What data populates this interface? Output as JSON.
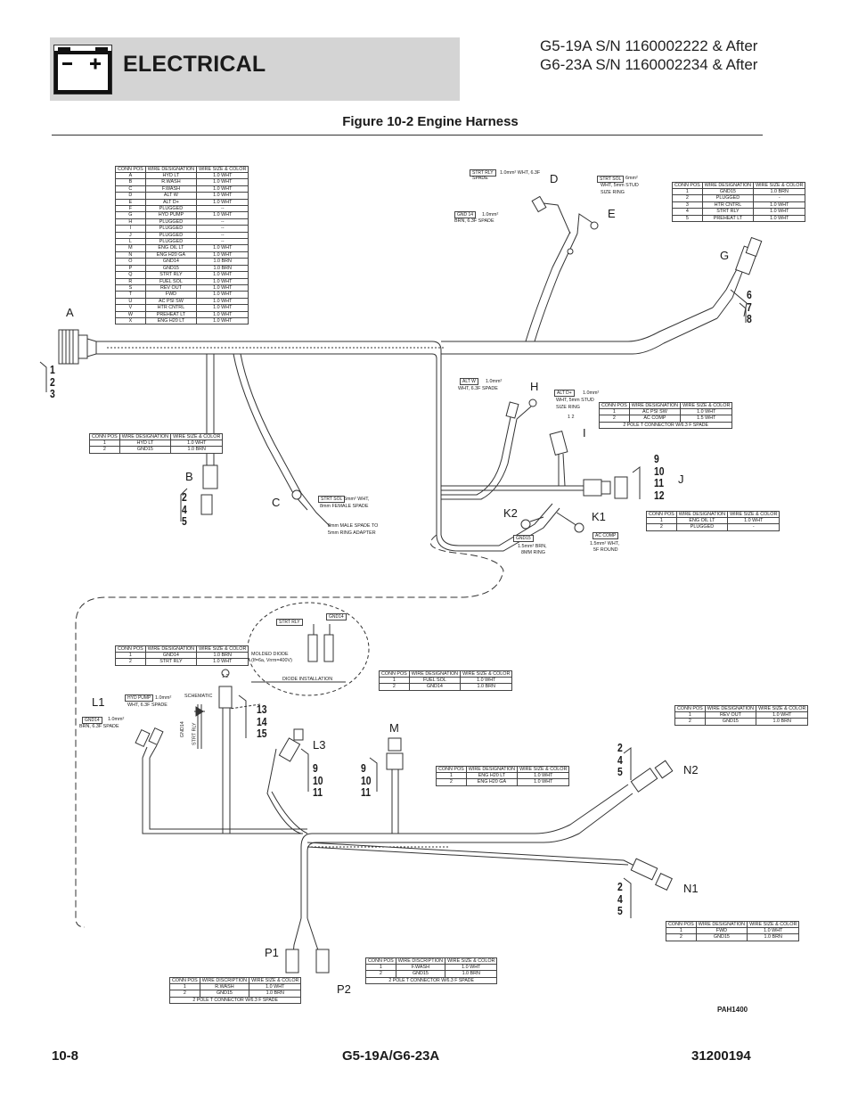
{
  "header": {
    "section": "ELECTRICAL",
    "model_line1": "G5-19A S/N 1160002222 & After",
    "model_line2": "G6-23A S/N 1160002234 & After",
    "battery_icon": "battery-icon",
    "figure_title": "Figure 10-2 Engine Harness"
  },
  "footer": {
    "page": "10-8",
    "models": "G5-19A/G6-23A",
    "doc_no": "31200194"
  },
  "drawing_id": "PAH1400",
  "labels": {
    "A": "A",
    "B": "B",
    "C": "C",
    "D": "D",
    "E": "E",
    "G": "G",
    "H": "H",
    "I": "I",
    "J": "J",
    "K1": "K1",
    "K2": "K2",
    "L1": "L1",
    "L2": "L2",
    "L3": "L3",
    "M": "M",
    "N1": "N1",
    "N2": "N2",
    "P1": "P1",
    "P2": "P2"
  },
  "pins": {
    "A": [
      "1",
      "2",
      "3"
    ],
    "B": [
      "2",
      "4",
      "5"
    ],
    "G": [
      "6",
      "7",
      "8"
    ],
    "J": [
      "9",
      "10",
      "11",
      "12"
    ],
    "L2": [
      "13",
      "14",
      "15"
    ],
    "L3": [
      "9",
      "10",
      "11"
    ],
    "M": [
      "9",
      "10",
      "11"
    ],
    "N2": [
      "2",
      "4",
      "5"
    ],
    "N1": [
      "2",
      "4",
      "5"
    ]
  },
  "headers": {
    "pos": "CONN POS",
    "des": "WIRE DESIGNATION",
    "size": "WIRE SIZE & COLOR",
    "desc": "WIRE DISCRIPTION"
  },
  "tables": {
    "A": [
      [
        "A",
        "HYD LT",
        "1.0 WHT"
      ],
      [
        "B",
        "R.WASH",
        "1.0 WHT"
      ],
      [
        "C",
        "F.WASH",
        "1.0 WHT"
      ],
      [
        "D",
        "ALT W",
        "1.0 WHT"
      ],
      [
        "E",
        "ALT D+",
        "1.0 WHT"
      ],
      [
        "F",
        "PLUGGED",
        "--"
      ],
      [
        "G",
        "HYD PUMP",
        "1.0 WHT"
      ],
      [
        "H",
        "PLUGGED",
        "--"
      ],
      [
        "I",
        "PLUGGED",
        "--"
      ],
      [
        "J",
        "PLUGGED",
        "--"
      ],
      [
        "L",
        "PLUGGED",
        "--"
      ],
      [
        "M",
        "ENG OIL LT",
        "1.0 WHT"
      ],
      [
        "N",
        "ENG H20 GA",
        "1.0 WHT"
      ],
      [
        "O",
        "GND14",
        "1.0 BRN"
      ],
      [
        "P",
        "GND15",
        "1.0 BRN"
      ],
      [
        "Q",
        "STRT RLY",
        "1.0 WHT"
      ],
      [
        "R",
        "FUEL SOL",
        "1.0 WHT"
      ],
      [
        "S",
        "REV OUT",
        "1.0 WHT"
      ],
      [
        "T",
        "FWD",
        "1.0 WHT"
      ],
      [
        "U",
        "AC PSI SW",
        "1.0 WHT"
      ],
      [
        "V",
        "HTR CNTRL",
        "1.0 WHT"
      ],
      [
        "W",
        "PREHEAT LT",
        "1.0 WHT"
      ],
      [
        "X",
        "ENG H20 LT",
        "1.0 WHT"
      ]
    ],
    "B": [
      [
        "1",
        "HYD LT",
        "1.0 WHT"
      ],
      [
        "2",
        "GND15",
        "1.0 BRN"
      ]
    ],
    "G": [
      [
        "1",
        "GND15",
        "1.0 BRN"
      ],
      [
        "2",
        "PLUGGED",
        "-"
      ],
      [
        "3",
        "HTR CNTRL",
        "1.0 WHT"
      ],
      [
        "4",
        "STRT RLY",
        "1.0 WHT"
      ],
      [
        "5",
        "PREHEAT LT",
        "1.0 WHT"
      ]
    ],
    "I": [
      [
        "1",
        "AC PSI SW",
        "1.0 WHT"
      ],
      [
        "2",
        "AC COMP",
        "1.5 WHT"
      ]
    ],
    "I_note": "2 POLE T CONNECTOR W/6.3 F SPADE",
    "J": [
      [
        "1",
        "ENG OIL LT",
        "1.0 WHT"
      ],
      [
        "2",
        "PLUGGED",
        "-"
      ]
    ],
    "L2": [
      [
        "1",
        "GND14",
        "1.0 BRN"
      ],
      [
        "2",
        "STRT RLY",
        "1.0 WHT"
      ]
    ],
    "L3": [
      [
        "1",
        "FUEL SOL",
        "1.0 WHT"
      ],
      [
        "2",
        "GND14",
        "1.0 BRN"
      ]
    ],
    "M": [
      [
        "1",
        "ENG H20 LT",
        "1.0 WHT"
      ],
      [
        "2",
        "ENG H20 GA",
        "1.0 WHT"
      ]
    ],
    "N2": [
      [
        "1",
        "REV OUT",
        "1.0 WHT"
      ],
      [
        "2",
        "GND15",
        "1.0 BRN"
      ]
    ],
    "N1": [
      [
        "1",
        "FWD",
        "1.0 WHT"
      ],
      [
        "2",
        "GND15",
        "1.0 BRN"
      ]
    ],
    "P1": [
      [
        "1",
        "R.WASH",
        "1.0 WHT"
      ],
      [
        "2",
        "GND15",
        "1.0 BRN"
      ]
    ],
    "P1_note": "2 POLE T CONNECTOR W/6.3 F SPADE",
    "P2": [
      [
        "1",
        "F.WASH",
        "1.0 WHT"
      ],
      [
        "2",
        "GND15",
        "1.0 BRN"
      ]
    ],
    "P2_note": "2 POLE T CONNECTOR W/6.3 F SPADE"
  },
  "callouts": {
    "strt_rly_d": "STRT RLY",
    "d_note": "1.0mm² WHT, 6.3F SPADE",
    "gnd14_d": "GND 14",
    "gnd14_d_note1": "1.0mm²",
    "gnd14_d_note2": "BRN, 6.3F SPADE",
    "strt_sol_e": "STRT SOL",
    "e_note1": "6mm²",
    "e_note2": "WHT, 5mm STUD",
    "e_note3": "SIZE RING",
    "alt_w": "ALT W",
    "alt_w_note1": "1.0mm²",
    "alt_w_note2": "WHT, 6.3F SPADE",
    "alt_d": "ALT D+",
    "alt_d_note1": "1.0mm²",
    "alt_d_note2": "WHT, 5mm STUD",
    "alt_d_note3": "SIZE RING",
    "i_pins": "1  2",
    "strt_sol_c": "STRT SOL",
    "c_note1": "6mm² WHT,",
    "c_note2": "8mm FEMALE SPADE",
    "c_note3": "8mm MALE SPADE TO",
    "c_note4": "5mm RING ADAPTER",
    "gnd15_k2": "GND15",
    "k2_note1": "1.5mm² BRN,",
    "k2_note2": "8MM RING",
    "ac_comp": "AC COMP",
    "k1_note1": "1.5mm² WHT,",
    "k1_note2": "5F ROUND",
    "diode_strt": "STRT RLY",
    "diode_gnd": "GND14",
    "diode_note1": "MOLDED DIODE",
    "diode_note2": "(If=6a, Vrrm=400V)",
    "diode_title": "DIODE INSTALLATION",
    "hyd_pump": "HYD PUMP",
    "l1_note1": "1.0mm²",
    "l1_note2": "WHT, 6.3F SPADE",
    "gnd14_l1": "GND14",
    "l1_note3": "1.0mm²",
    "l1_note4": "BRN, 6.3F SPADE",
    "schematic": "SCHEMATIC",
    "sch_gnd": "GND14",
    "sch_strt": "STRT RLY",
    "l2_pins": "1  2"
  }
}
